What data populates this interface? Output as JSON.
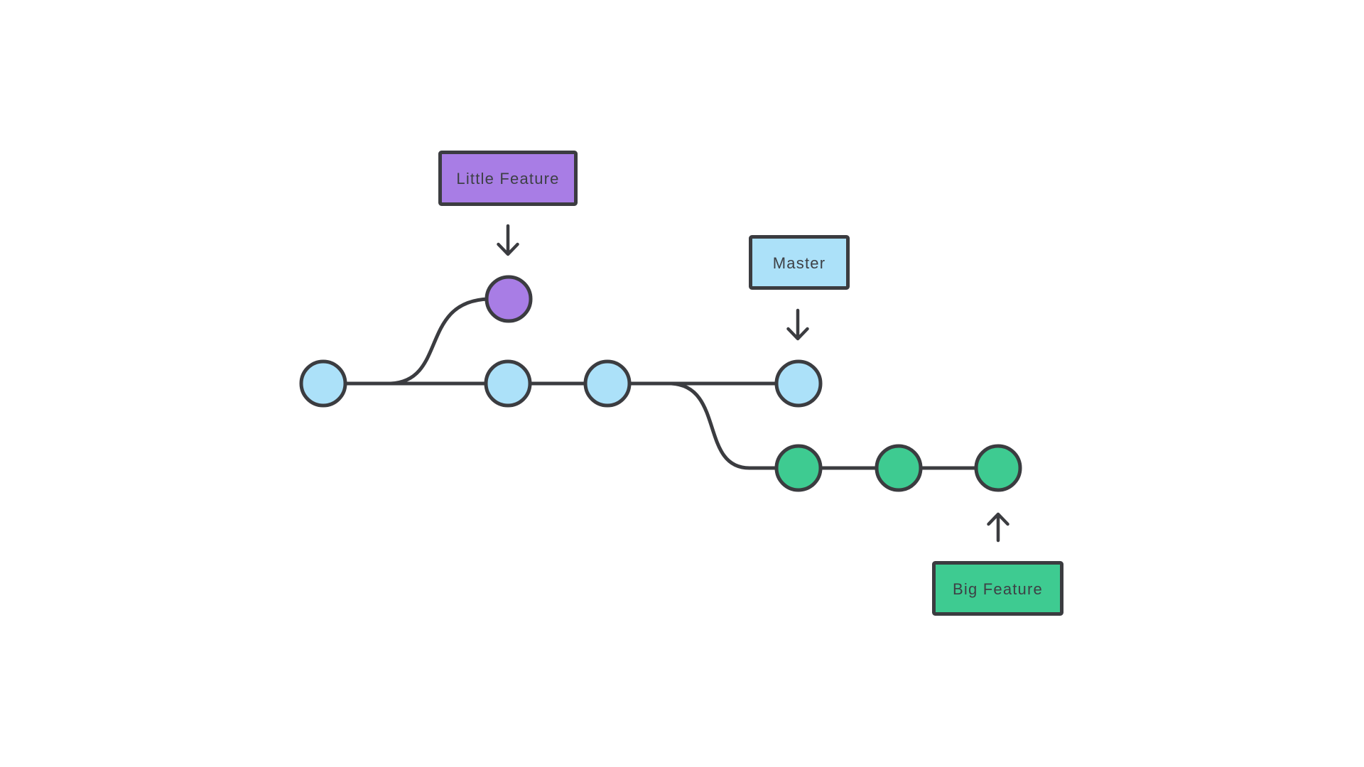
{
  "theme": {
    "background": "#ffffff",
    "stroke_color": "#3b3c40",
    "text_color": "#3d4045"
  },
  "diagram_type": "git-branch-graph",
  "labels": {
    "little_feature": "Little Feature",
    "master": "Master",
    "big_feature": "Big Feature"
  },
  "branches": {
    "master": {
      "label": "Master",
      "color": "#ace1f9",
      "commit_count": 4
    },
    "little_feature": {
      "label": "Little Feature",
      "color": "#a87de5",
      "commit_count": 1
    },
    "big_feature": {
      "label": "Big Feature",
      "color": "#3ecb91",
      "commit_count": 3
    }
  },
  "icons": {
    "little_feature_pointer": "arrow-down-icon",
    "master_pointer": "arrow-down-icon",
    "big_feature_pointer": "arrow-up-icon"
  }
}
